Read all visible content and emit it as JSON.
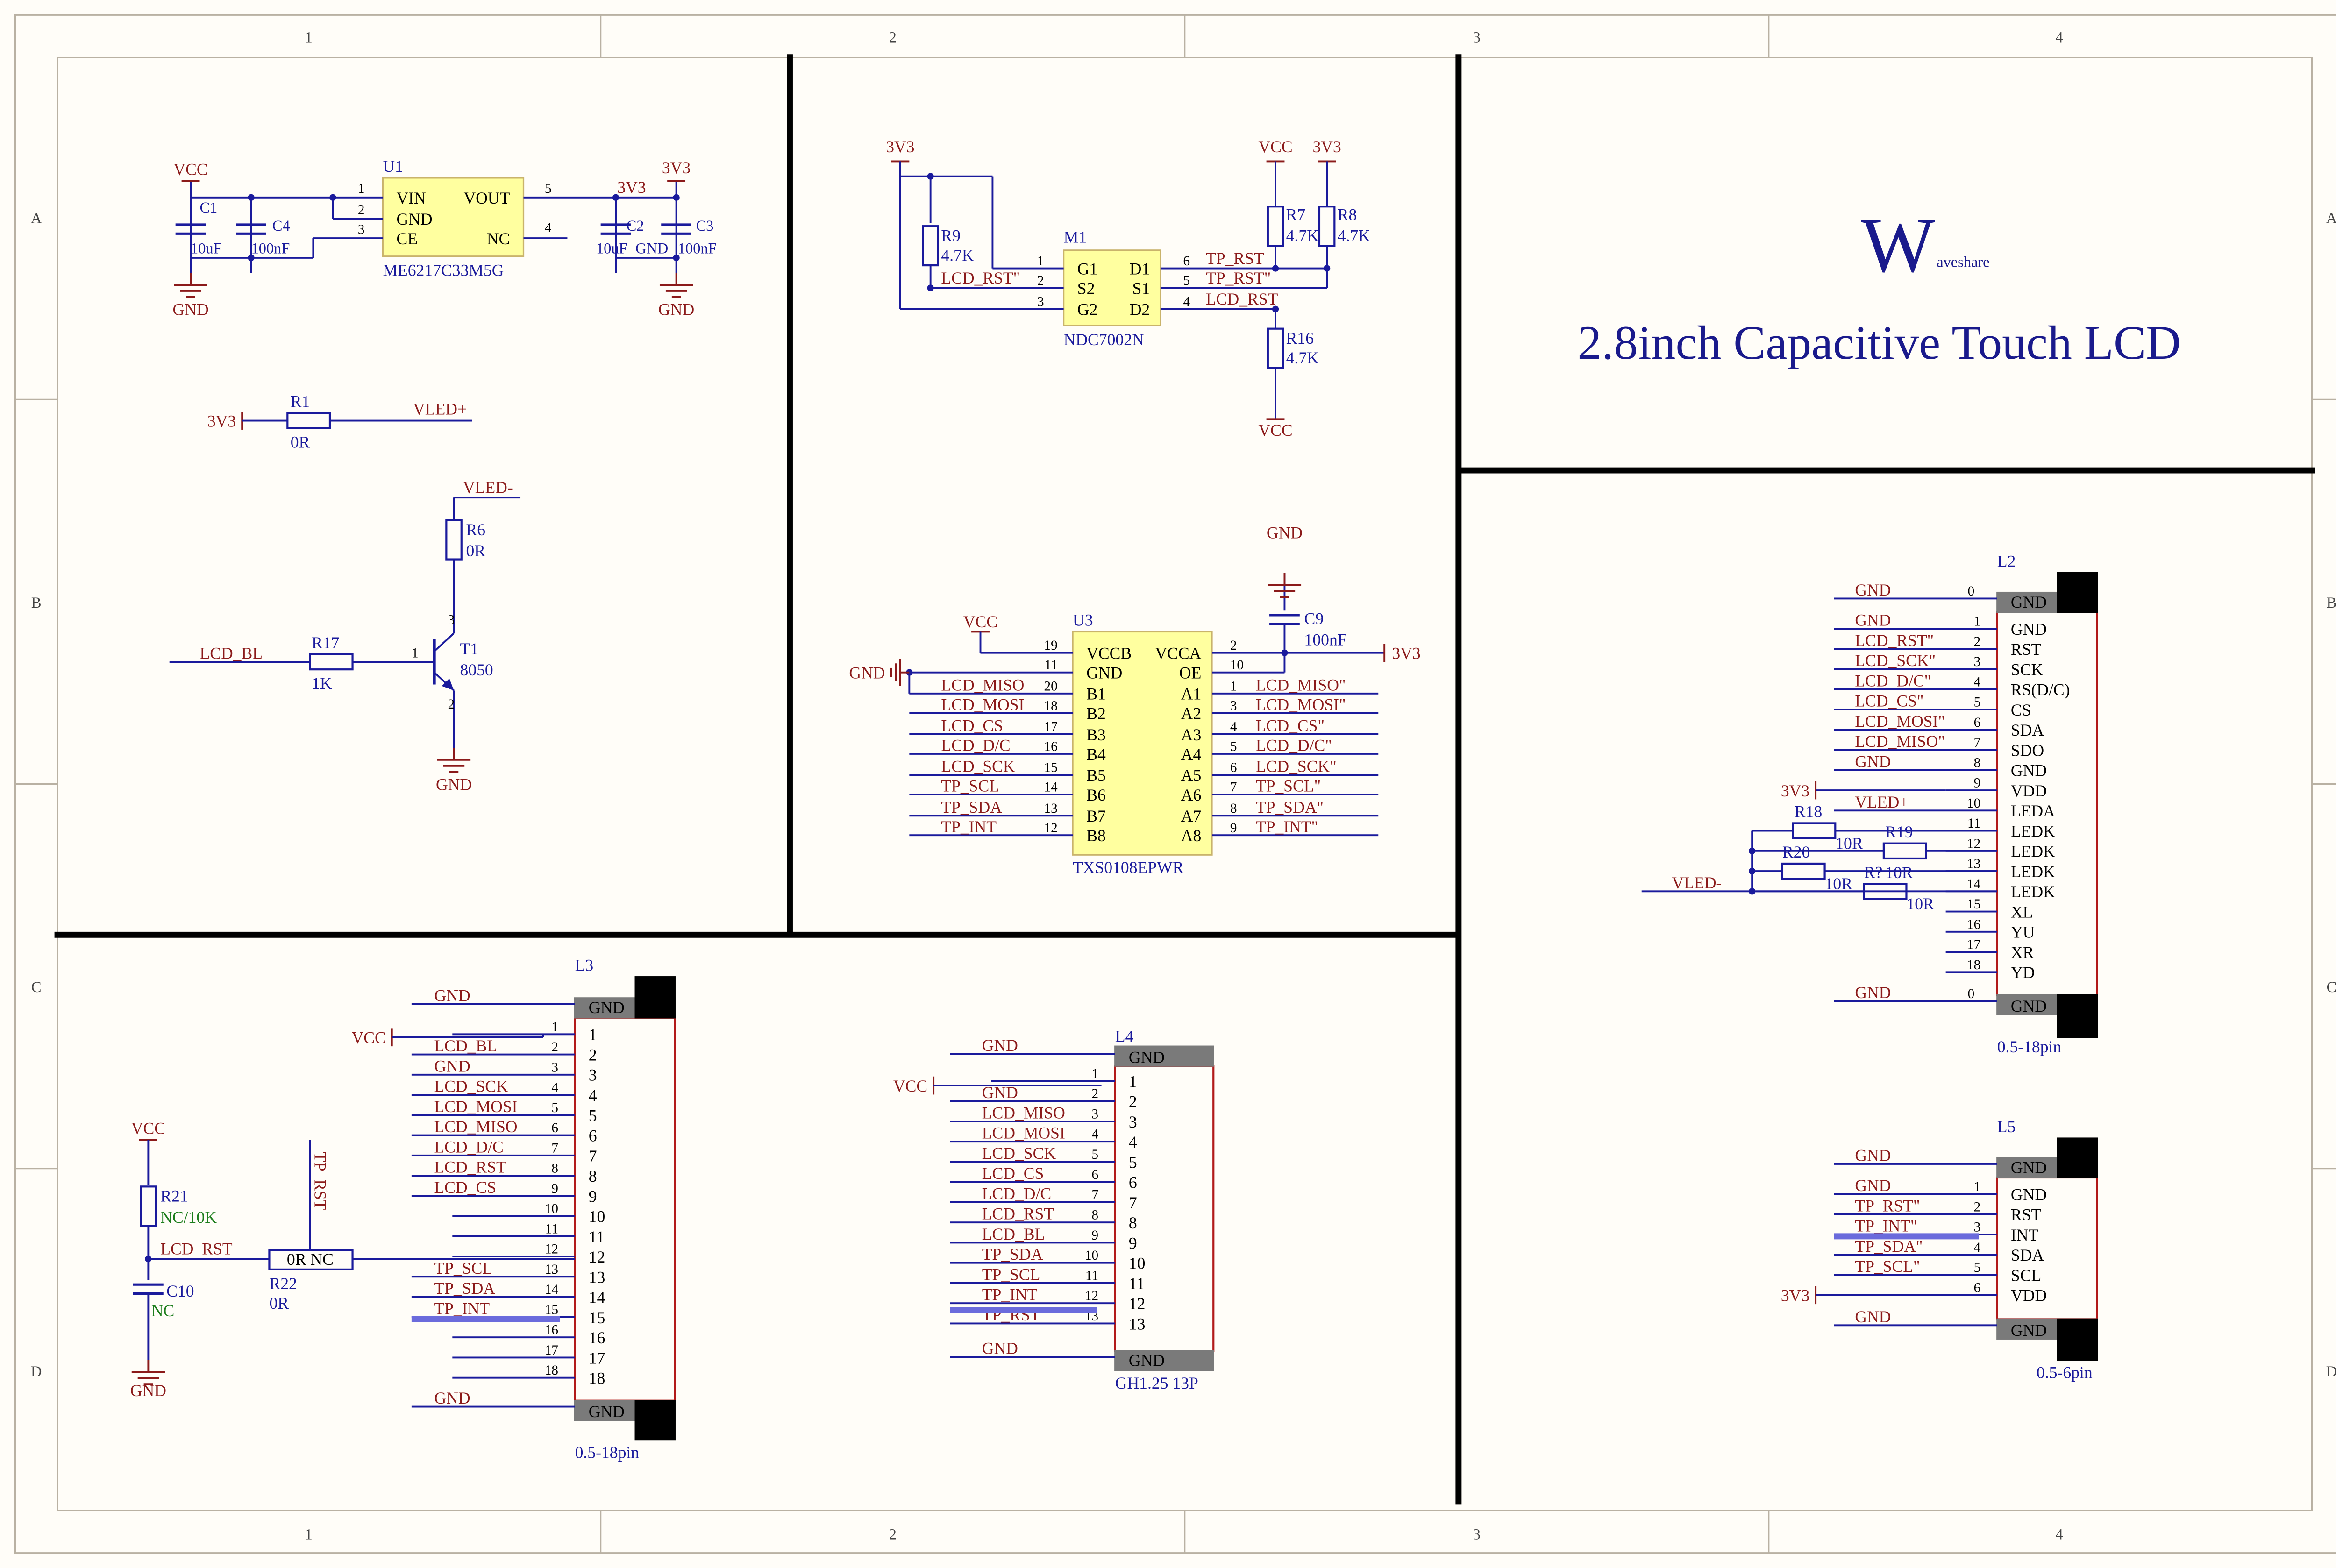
{
  "title": {
    "logo_letter": "W",
    "logo_rest": "aveshare",
    "text": "2.8inch Capacitive Touch LCD"
  },
  "border": {
    "cols": [
      "1",
      "2",
      "3",
      "4"
    ],
    "rows": [
      "A",
      "B",
      "C",
      "D"
    ]
  },
  "nets": {
    "vcc": "VCC",
    "gnd": "GND",
    "v33": "3V3",
    "vled_p": "VLED+",
    "vled_m": "VLED-",
    "lcd_bl": "LCD_BL",
    "lcd_rst_q": "LCD_RST\"",
    "tp_rst": "TP_RST",
    "tp_rst_q": "TP_RST\"",
    "lcd_rst": "LCD_RST",
    "tp_rst_v": "TP_RST"
  },
  "u1": {
    "ref": "U1",
    "part": "ME6217C33M5G",
    "left_pins": [
      "VIN",
      "GND",
      "CE"
    ],
    "left_nums": [
      "1",
      "2",
      "3"
    ],
    "right_pins": [
      "VOUT",
      "NC"
    ],
    "right_nums": [
      "5",
      "4"
    ]
  },
  "caps_a": [
    {
      "ref": "C1",
      "val": "10uF"
    },
    {
      "ref": "C4",
      "val": "100nF"
    },
    {
      "ref": "C2",
      "val": "10uF"
    },
    {
      "ref": "C3",
      "val": "100nF"
    }
  ],
  "r1": {
    "ref": "R1",
    "val": "0R"
  },
  "r6": {
    "ref": "R6",
    "val": "0R"
  },
  "r17": {
    "ref": "R17",
    "val": "1K"
  },
  "t1": {
    "ref": "T1",
    "part": "8050",
    "pins": [
      "1",
      "2",
      "3"
    ]
  },
  "m1": {
    "ref": "M1",
    "part": "NDC7002N",
    "left_pins": [
      "G1",
      "S2",
      "G2"
    ],
    "left_nums": [
      "1",
      "2",
      "3"
    ],
    "right_pins": [
      "D1",
      "S1",
      "D2"
    ],
    "right_nums": [
      "6",
      "5",
      "4"
    ]
  },
  "r9": {
    "ref": "R9",
    "val": "4.7K"
  },
  "r7": {
    "ref": "R7",
    "val": "4.7K"
  },
  "r8": {
    "ref": "R8",
    "val": "4.7K"
  },
  "r16": {
    "ref": "R16",
    "val": "4.7K"
  },
  "u3": {
    "ref": "U3",
    "part": "TXS0108EPWR",
    "left_pins": [
      "VCCB",
      "GND",
      "B1",
      "B2",
      "B3",
      "B4",
      "B5",
      "B6",
      "B7",
      "B8"
    ],
    "left_nums": [
      "19",
      "11",
      "20",
      "18",
      "17",
      "16",
      "15",
      "14",
      "13",
      "12"
    ],
    "left_nets": [
      "",
      "",
      "LCD_MISO",
      "LCD_MOSI",
      "LCD_CS",
      "LCD_D/C",
      "LCD_SCK",
      "TP_SCL",
      "TP_SDA",
      "TP_INT"
    ],
    "right_pins": [
      "VCCA",
      "OE",
      "A1",
      "A2",
      "A3",
      "A4",
      "A5",
      "A6",
      "A7",
      "A8"
    ],
    "right_nums": [
      "2",
      "10",
      "1",
      "3",
      "4",
      "5",
      "6",
      "7",
      "8",
      "9"
    ],
    "right_nets": [
      "",
      "",
      "LCD_MISO\"",
      "LCD_MOSI\"",
      "LCD_CS\"",
      "LCD_D/C\"",
      "LCD_SCK\"",
      "TP_SCL\"",
      "TP_SDA\"",
      "TP_INT\""
    ]
  },
  "c9": {
    "ref": "C9",
    "val": "100nF"
  },
  "l2": {
    "ref": "L2",
    "part": "0.5-18pin",
    "pins": [
      "GND",
      "RST",
      "SCK",
      "RS(D/C)",
      "CS",
      "SDA",
      "SDO",
      "GND",
      "VDD",
      "LEDA",
      "LEDK",
      "LEDK",
      "LEDK",
      "LEDK",
      "XL",
      "YU",
      "XR",
      "YD"
    ],
    "nets": [
      "GND",
      "LCD_RST\"",
      "LCD_SCK\"",
      "LCD_D/C\"",
      "LCD_CS\"",
      "LCD_MOSI\"",
      "LCD_MISO\"",
      "GND",
      "",
      "VLED+",
      "",
      "",
      "",
      "",
      "",
      "",
      "",
      ""
    ],
    "gnd_top": "GND",
    "gnd_bot": "GND"
  },
  "leds_r": [
    {
      "ref": "R18",
      "val": "10R"
    },
    {
      "ref": "R19",
      "val": "10R"
    },
    {
      "ref": "R20",
      "val": "10R"
    },
    {
      "ref": "R?",
      "val": "10R"
    }
  ],
  "l3": {
    "ref": "L3",
    "part": "0.5-18pin",
    "nets": [
      "",
      "LCD_BL",
      "GND",
      "LCD_SCK",
      "LCD_MOSI",
      "LCD_MISO",
      "LCD_D/C",
      "LCD_RST",
      "LCD_CS",
      "",
      "",
      "",
      "TP_SCL",
      "TP_SDA",
      "TP_INT",
      "",
      "",
      ""
    ]
  },
  "r21": {
    "ref": "R21",
    "val": "NC/10K"
  },
  "c10": {
    "ref": "C10",
    "val": "NC"
  },
  "r22": {
    "ref": "R22",
    "val": "0R",
    "body": "0R NC"
  },
  "l4": {
    "ref": "L4",
    "part": "GH1.25 13P",
    "nets": [
      "",
      "GND",
      "LCD_MISO",
      "LCD_MOSI",
      "LCD_SCK",
      "LCD_CS",
      "LCD_D/C",
      "LCD_RST",
      "LCD_BL",
      "TP_SDA",
      "TP_SCL",
      "TP_INT",
      "TP_RST"
    ]
  },
  "l5": {
    "ref": "L5",
    "part": "0.5-6pin",
    "pins": [
      "GND",
      "RST",
      "INT",
      "SDA",
      "SCL",
      "VDD"
    ],
    "nets": [
      "GND",
      "TP_RST\"",
      "TP_INT\"",
      "TP_SDA\"",
      "TP_SCL\"",
      ""
    ]
  },
  "colors": {
    "wire": "#1a1a9c",
    "net": "#8b1a1a",
    "part": "#ffff9f",
    "frame": "#000000",
    "highlight": "#6b6bdc",
    "green": "#1c7d1c",
    "paper": "#fffdf8"
  }
}
